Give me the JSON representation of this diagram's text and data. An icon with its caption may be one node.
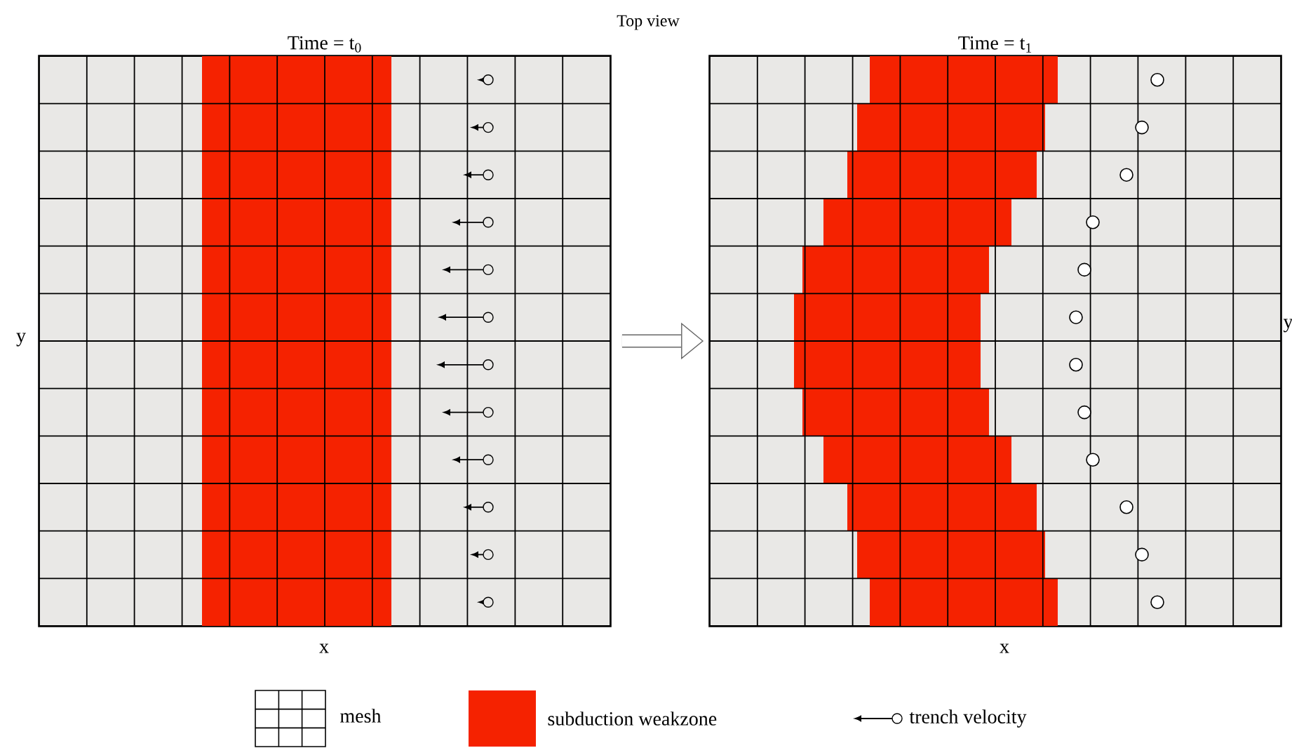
{
  "diagram": {
    "title": "Top view",
    "nodes": [
      {
        "text": [
          "Time = t$_{0}$"
        ],
        "beside": [
          "y",
          "x"
        ]
      },
      {
        "text": [
          "Time = t$_{1}$"
        ],
        "beside": [
          "x",
          "y"
        ]
      }
    ],
    "edges": [
      {
        "from": 0,
        "to": 1,
        "arrow": "to"
      }
    ],
    "legend": [
      {
        "text": "mesh"
      },
      {
        "text": "subduction weakzone",
        "color": "#f52200"
      },
      {
        "text": "trench velocity"
      }
    ]
  }
}
